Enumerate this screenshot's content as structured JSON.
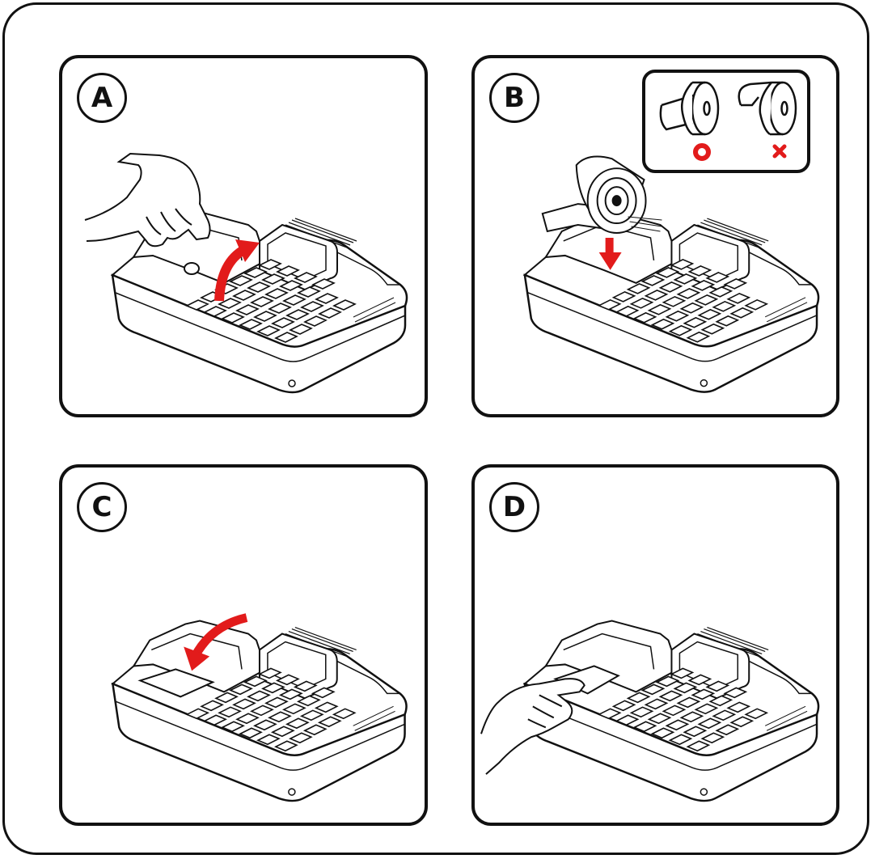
{
  "panels": [
    {
      "id": "A",
      "label": "A"
    },
    {
      "id": "B",
      "label": "B"
    },
    {
      "id": "C",
      "label": "C"
    },
    {
      "id": "D",
      "label": "D"
    }
  ],
  "inset": {
    "correct_symbol": "O",
    "wrong_symbol": "x"
  },
  "colors": {
    "outline": "#111111",
    "accent_red": "#e21b1b"
  },
  "icons": [
    "hand-icon",
    "curved-arrow-up-icon",
    "paper-roll-icon",
    "down-arrow-icon",
    "curved-arrow-down-icon",
    "check-circle-icon",
    "cross-icon"
  ]
}
